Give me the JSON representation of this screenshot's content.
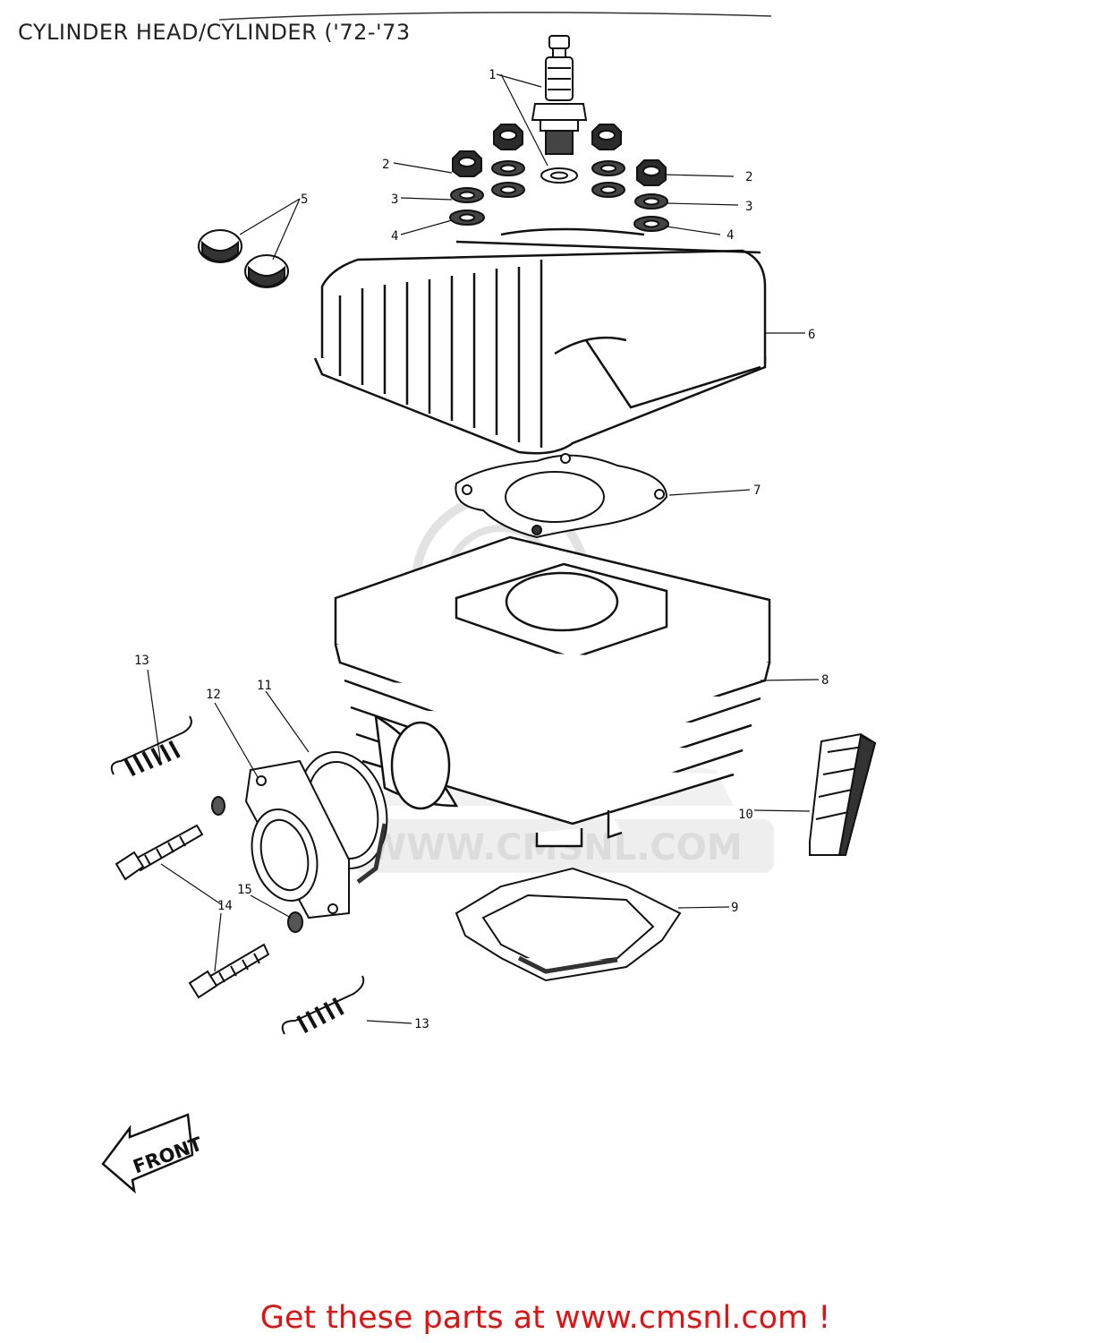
{
  "title": "CYLINDER HEAD/CYLINDER ('72-'73",
  "watermark": "WWW.CMSNL.COM",
  "front_label": "FRONT",
  "callouts": [
    "1",
    "2",
    "2",
    "3",
    "3",
    "4",
    "4",
    "5",
    "6",
    "7",
    "8",
    "9",
    "10",
    "11",
    "12",
    "13",
    "13",
    "14",
    "15"
  ],
  "footer": "Get these parts at www.cmsnl.com !",
  "colors": {
    "footer_text": "#e31212",
    "line_art": "#111111"
  }
}
